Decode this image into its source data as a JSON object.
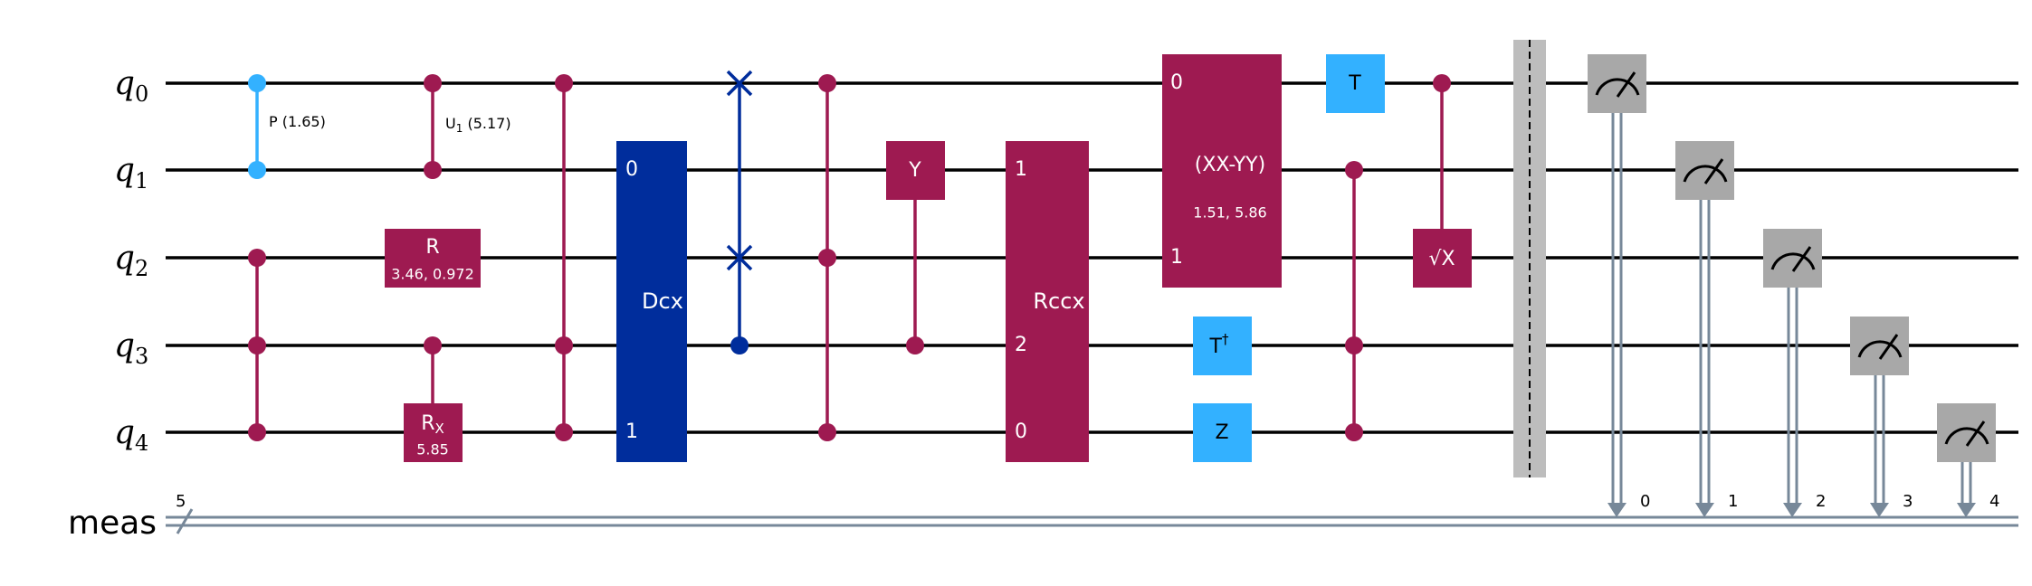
{
  "colors": {
    "magenta": "#9e1a51",
    "light_blue": "#33b1ff",
    "dark_blue": "#002d9c",
    "measure_gray": "#a8a8a8",
    "classical_wire": "#778899",
    "barrier_gray": "#bdbdbd"
  },
  "wires": {
    "qubits": [
      {
        "name": "q",
        "index": "0"
      },
      {
        "name": "q",
        "index": "1"
      },
      {
        "name": "q",
        "index": "2"
      },
      {
        "name": "q",
        "index": "3"
      },
      {
        "name": "q",
        "index": "4"
      }
    ],
    "classical": {
      "name": "meas",
      "size": "5"
    }
  },
  "gates": {
    "cp": {
      "label": "P (1.65)"
    },
    "cu1": {
      "label": "U",
      "sub": "1",
      "param": " (5.17)"
    },
    "r": {
      "label": "R",
      "param": "3.46, 0.972"
    },
    "crx": {
      "label": "R",
      "sub": "X",
      "param": "5.85"
    },
    "dcx": {
      "label": "Dcx",
      "ports": [
        "0",
        "1"
      ]
    },
    "y": {
      "label": "Y"
    },
    "rccx": {
      "label": "Rccx",
      "ports": [
        "1",
        "2",
        "0"
      ]
    },
    "xxminusyy": {
      "label": "(XX-YY)",
      "param": "1.51, 5.86",
      "ports": [
        "0",
        "1"
      ]
    },
    "t": {
      "label": "T"
    },
    "tdg": {
      "label": "T",
      "sup": "†"
    },
    "z": {
      "label": "Z"
    },
    "csx": {
      "label": "√X"
    }
  },
  "measure_bits": [
    "0",
    "1",
    "2",
    "3",
    "4"
  ]
}
